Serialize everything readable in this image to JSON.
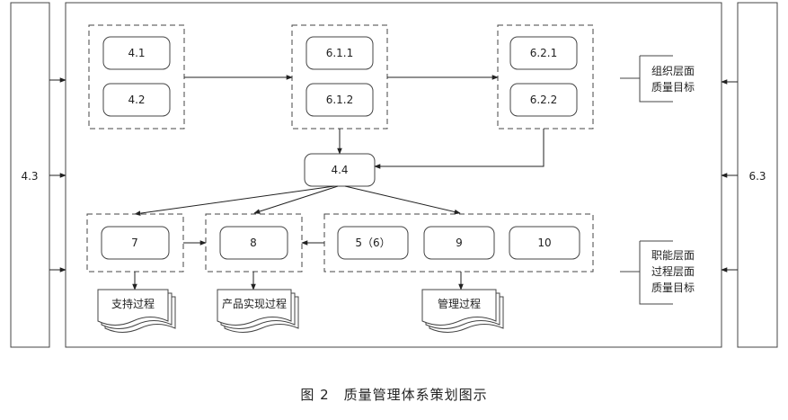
{
  "side_left": "4.3",
  "side_right": "6.3",
  "top_nodes": {
    "group1": [
      "4.1",
      "4.2"
    ],
    "group2": [
      "6.1.1",
      "6.1.2"
    ],
    "group3": [
      "6.2.1",
      "6.2.2"
    ]
  },
  "center_node": "4.4",
  "bottom_nodes": {
    "support": "7",
    "product": "8",
    "manage": [
      "5（6）",
      "9",
      "10"
    ]
  },
  "documents": {
    "support": "支持过程",
    "product": "产品实现过程",
    "manage": "管理过程"
  },
  "callouts": {
    "org": [
      "组织层面",
      "质量目标"
    ],
    "func": [
      "职能层面",
      "过程层面",
      "质量目标"
    ]
  },
  "caption": "图 2　质量管理体系策划图示"
}
